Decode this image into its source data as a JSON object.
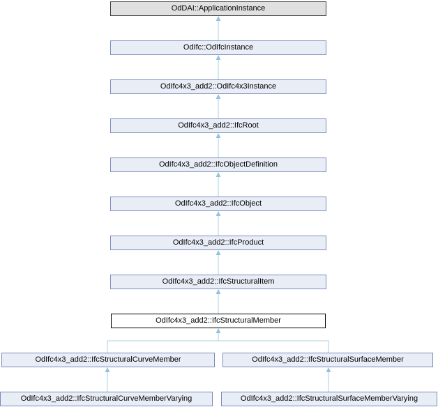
{
  "diagram": {
    "type": "class-inheritance-graph",
    "nodes": [
      {
        "label": "OdDAI::ApplicationInstance",
        "kind": "external"
      },
      {
        "label": "OdIfc::OdIfcInstance",
        "kind": "linked"
      },
      {
        "label": "OdIfc4x3_add2::OdIfc4x3Instance",
        "kind": "linked"
      },
      {
        "label": "OdIfc4x3_add2::IfcRoot",
        "kind": "linked"
      },
      {
        "label": "OdIfc4x3_add2::IfcObjectDefinition",
        "kind": "linked"
      },
      {
        "label": "OdIfc4x3_add2::IfcObject",
        "kind": "linked"
      },
      {
        "label": "OdIfc4x3_add2::IfcProduct",
        "kind": "linked"
      },
      {
        "label": "OdIfc4x3_add2::IfcStructuralItem",
        "kind": "linked"
      },
      {
        "label": "OdIfc4x3_add2::IfcStructuralMember",
        "kind": "current"
      },
      {
        "label": "OdIfc4x3_add2::IfcStructuralCurveMember",
        "kind": "linked"
      },
      {
        "label": "OdIfc4x3_add2::IfcStructuralSurfaceMember",
        "kind": "linked"
      },
      {
        "label": "OdIfc4x3_add2::IfcStructuralCurveMemberVarying",
        "kind": "linked"
      },
      {
        "label": "OdIfc4x3_add2::IfcStructuralSurfaceMemberVarying",
        "kind": "linked"
      }
    ],
    "edges": [
      {
        "from": "OdIfc::OdIfcInstance",
        "to": "OdDAI::ApplicationInstance"
      },
      {
        "from": "OdIfc4x3_add2::OdIfc4x3Instance",
        "to": "OdIfc::OdIfcInstance"
      },
      {
        "from": "OdIfc4x3_add2::IfcRoot",
        "to": "OdIfc4x3_add2::OdIfc4x3Instance"
      },
      {
        "from": "OdIfc4x3_add2::IfcObjectDefinition",
        "to": "OdIfc4x3_add2::IfcRoot"
      },
      {
        "from": "OdIfc4x3_add2::IfcObject",
        "to": "OdIfc4x3_add2::IfcObjectDefinition"
      },
      {
        "from": "OdIfc4x3_add2::IfcProduct",
        "to": "OdIfc4x3_add2::IfcObject"
      },
      {
        "from": "OdIfc4x3_add2::IfcStructuralItem",
        "to": "OdIfc4x3_add2::IfcProduct"
      },
      {
        "from": "OdIfc4x3_add2::IfcStructuralMember",
        "to": "OdIfc4x3_add2::IfcStructuralItem"
      },
      {
        "from": "OdIfc4x3_add2::IfcStructuralCurveMember",
        "to": "OdIfc4x3_add2::IfcStructuralMember"
      },
      {
        "from": "OdIfc4x3_add2::IfcStructuralSurfaceMember",
        "to": "OdIfc4x3_add2::IfcStructuralMember"
      },
      {
        "from": "OdIfc4x3_add2::IfcStructuralCurveMemberVarying",
        "to": "OdIfc4x3_add2::IfcStructuralCurveMember"
      },
      {
        "from": "OdIfc4x3_add2::IfcStructuralSurfaceMemberVarying",
        "to": "OdIfc4x3_add2::IfcStructuralSurfaceMember"
      }
    ],
    "colors": {
      "background": "#ffffff",
      "node_fill": "#e9edf6",
      "node_border": "#7b8bbd",
      "external_fill": "#e0e0e0",
      "current_fill": "#ffffff",
      "edge": "#a8cde2"
    }
  }
}
